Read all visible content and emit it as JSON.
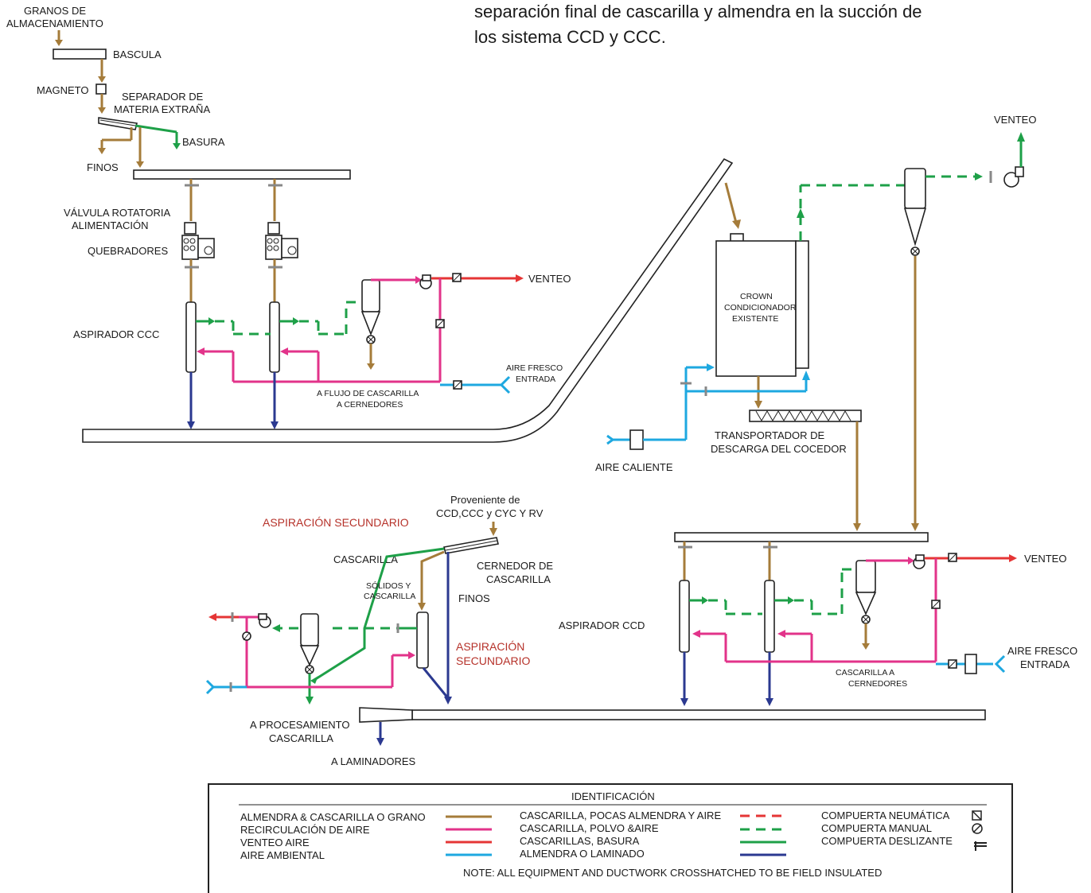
{
  "header": {
    "line1": "separación final de cascarilla y almendra en la succión de",
    "line2": "los sistema CCD y CCC."
  },
  "labels": {
    "granos_1": "GRANOS DE",
    "granos_2": "ALMACENAMIENTO",
    "bascula": "BASCULA",
    "magneto": "MAGNETO",
    "separador_1": "SEPARADOR DE",
    "separador_2": "MATERIA EXTRAÑA",
    "basura": "BASURA",
    "finos_top": "FINOS",
    "valvula_1": "VÁLVULA ROTATORIA",
    "valvula_2": "ALIMENTACIÓN",
    "quebradores": "QUEBRADORES",
    "aspirador_ccc": "ASPIRADOR CCC",
    "venteo_1": "VENTEO",
    "aire_fresco_1a": "AIRE FRESCO",
    "aire_fresco_1b": "ENTRADA",
    "flujo_1": "A FLUJO DE CASCARILLA",
    "flujo_2": "A CERNEDORES",
    "crown_1": "CROWN",
    "crown_2": "CONDICIONADOR",
    "crown_3": "EXISTENTE",
    "venteo_top": "VENTEO",
    "transportador_1": "TRANSPORTADOR DE",
    "transportador_2": "DESCARGA DEL COCEDOR",
    "aire_caliente": "AIRE CALIENTE",
    "aspiracion_sec_1": "ASPIRACIÓN SECUNDARIO",
    "proveniente_1": "Proveniente de",
    "proveniente_2": "CCD,CCC y CYC Y RV",
    "cascarilla": "CASCARILLA",
    "cernedor_1": "CERNEDOR DE",
    "cernedor_2": "CASCARILLA",
    "solidos_1": "SÓLIDOS Y",
    "solidos_2": "CASCARILLA",
    "finos_mid": "FINOS",
    "aspiracion_sec_2a": "ASPIRACIÓN",
    "aspiracion_sec_2b": "SECUNDARIO",
    "aspirador_ccd": "ASPIRADOR CCD",
    "venteo_3": "VENTEO",
    "aire_fresco_2a": "AIRE FRESCO",
    "aire_fresco_2b": "ENTRADA",
    "cascarilla_a_1": "CASCARILLA A",
    "cascarilla_a_2": "CERNEDORES",
    "procesamiento_1": "A PROCESAMIENTO",
    "procesamiento_2": "CASCARILLA",
    "laminadores": "A LAMINADORES"
  },
  "legend": {
    "title": "IDENTIFICACIÓN",
    "col1": [
      {
        "text": "ALMENDRA & CASCARILLA O GRANO",
        "color": "#a57c3a"
      },
      {
        "text": "RECIRCULACIÓN DE AIRE",
        "color": "#e2338a"
      },
      {
        "text": "VENTEO AIRE",
        "color": "#e53535"
      },
      {
        "text": "AIRE AMBIENTAL",
        "color": "#1ea8e0"
      }
    ],
    "col2": [
      {
        "text": "CASCARILLA, POCAS ALMENDRA Y AIRE",
        "color": "#e53535"
      },
      {
        "text": "CASCARILLA, POLVO &AIRE",
        "color": "#1ea048"
      },
      {
        "text": "CASCARILLAS, BASURA",
        "color": "#1ea048"
      },
      {
        "text": "ALMENDRA O LAMINADO",
        "color": "#2b3990"
      }
    ],
    "col3": [
      {
        "text": "COMPUERTA NEUMÁTICA",
        "icon": "pneumatic-gate-icon"
      },
      {
        "text": "COMPUERTA MANUAL",
        "icon": "manual-gate-icon"
      },
      {
        "text": "COMPUERTA DESLIZANTE",
        "icon": "sliding-gate-icon"
      }
    ],
    "note": "NOTE: ALL EQUIPMENT AND DUCTWORK CROSSHATCHED TO BE FIELD INSULATED"
  }
}
